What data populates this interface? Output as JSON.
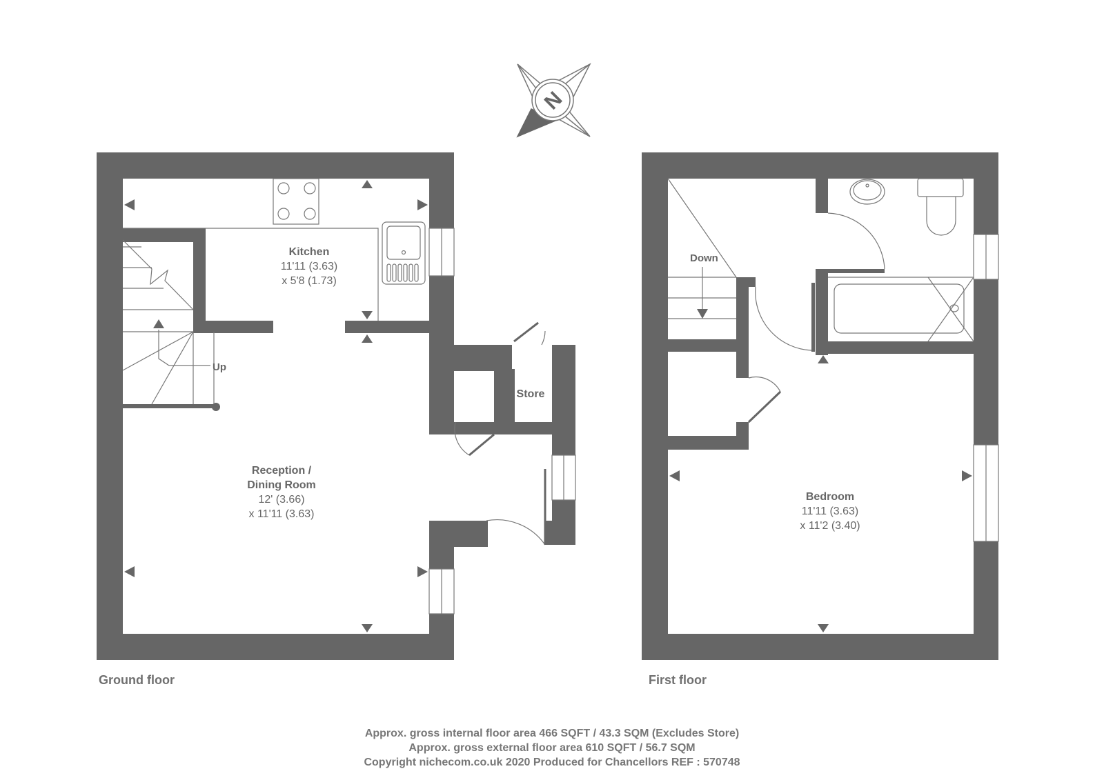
{
  "compass": {
    "icon": "north-compass-icon",
    "letter": "N"
  },
  "colors": {
    "wall": "#666666",
    "line": "#777777",
    "text": "#666666",
    "background": "#ffffff"
  },
  "ground_floor": {
    "label": "Ground floor",
    "rooms": [
      {
        "name": "Kitchen",
        "dim1": "11'11 (3.63)",
        "dim2": "x 5'8 (1.73)"
      },
      {
        "name": "Reception /",
        "name2": "Dining Room",
        "dim1": "12' (3.66)",
        "dim2": "x 11'11 (3.63)"
      },
      {
        "name": "Store"
      }
    ],
    "stairs_label": "Up"
  },
  "first_floor": {
    "label": "First floor",
    "rooms": [
      {
        "name": "Bedroom",
        "dim1": "11'11 (3.63)",
        "dim2": "x 11'2 (3.40)"
      }
    ],
    "stairs_label": "Down"
  },
  "footer": {
    "line1": "Approx. gross internal floor area 466 SQFT / 43.3 SQM (Excludes Store)",
    "line2": "Approx. gross external floor area 610 SQFT / 56.7 SQM",
    "line3": "Copyright nichecom.co.uk 2020 Produced for Chancellors REF : 570748"
  }
}
